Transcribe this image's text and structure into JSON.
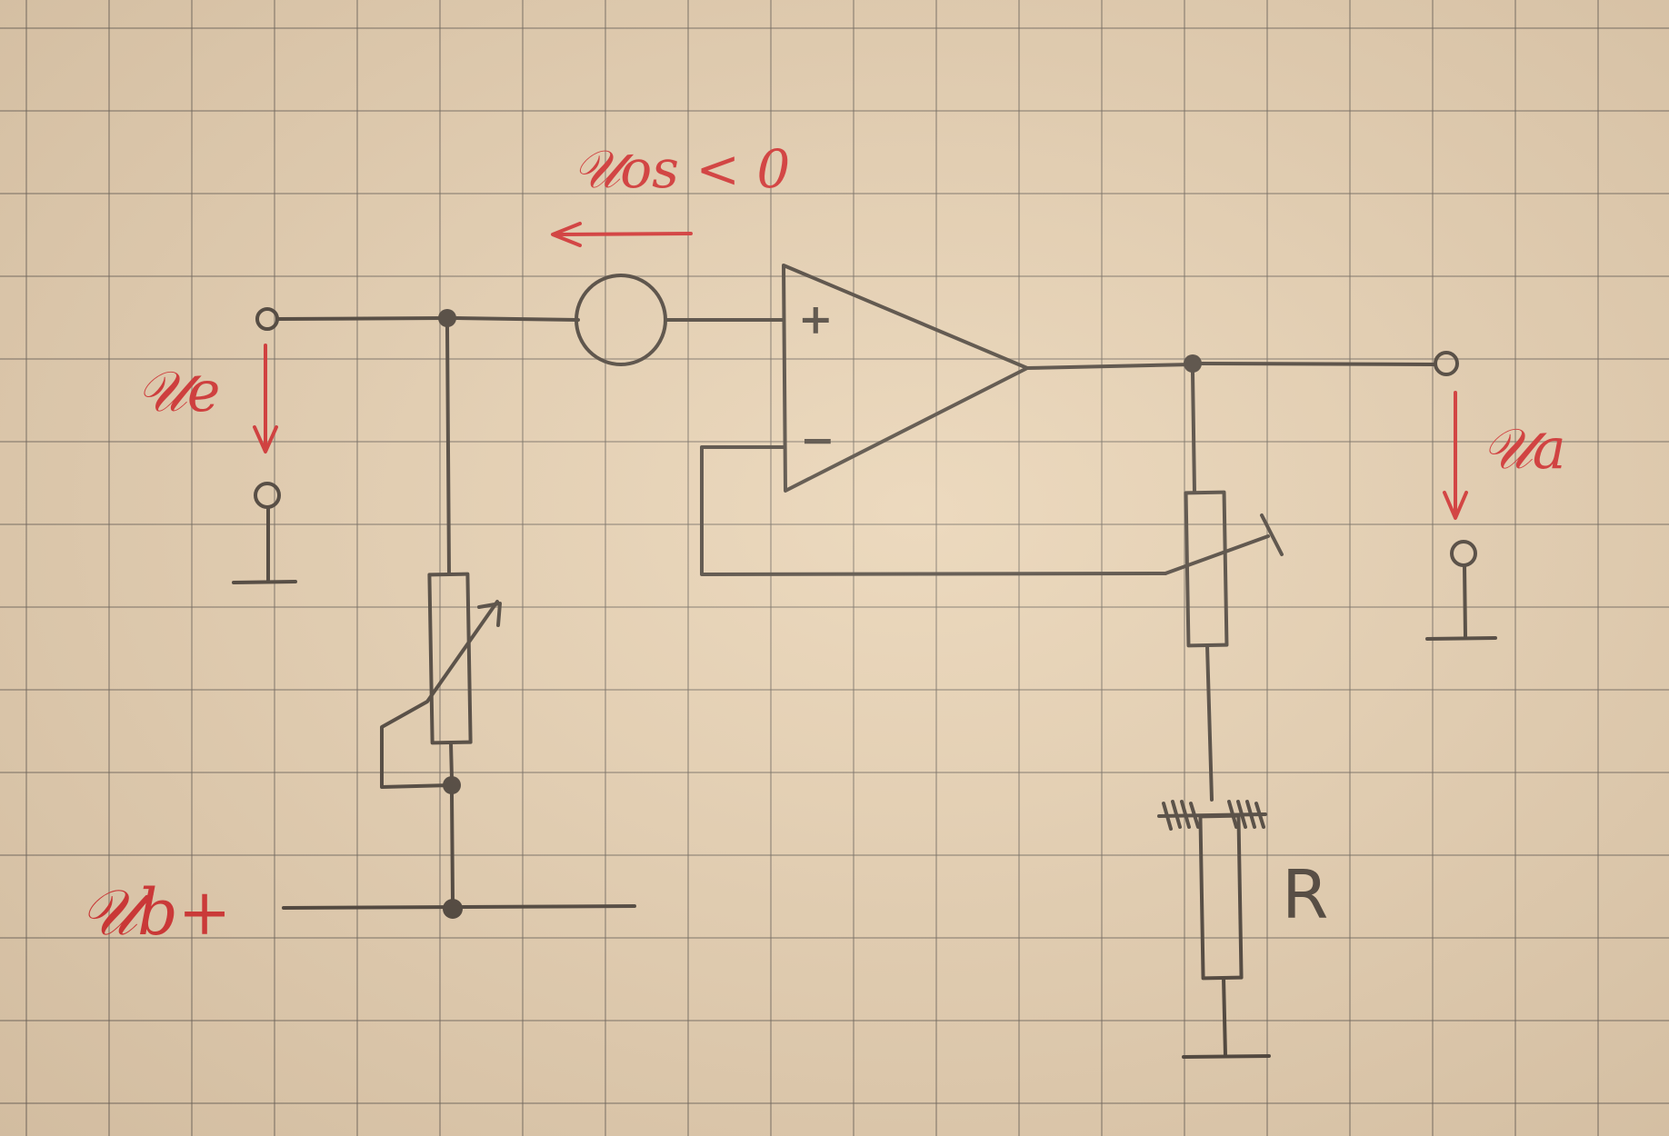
{
  "diagram": {
    "labels": {
      "offset_voltage": "𝒰os < 0",
      "input_voltage": "𝒰e",
      "output_voltage": "𝒰a",
      "supply_voltage": "𝒰b+",
      "resistor": "R",
      "plus_input": "+",
      "minus_input": "−"
    }
  },
  "colors": {
    "ink": "#3a3430",
    "annotation_red": "#d3242a",
    "paper": "#e6d2b6",
    "grid": "#5f5a55"
  }
}
